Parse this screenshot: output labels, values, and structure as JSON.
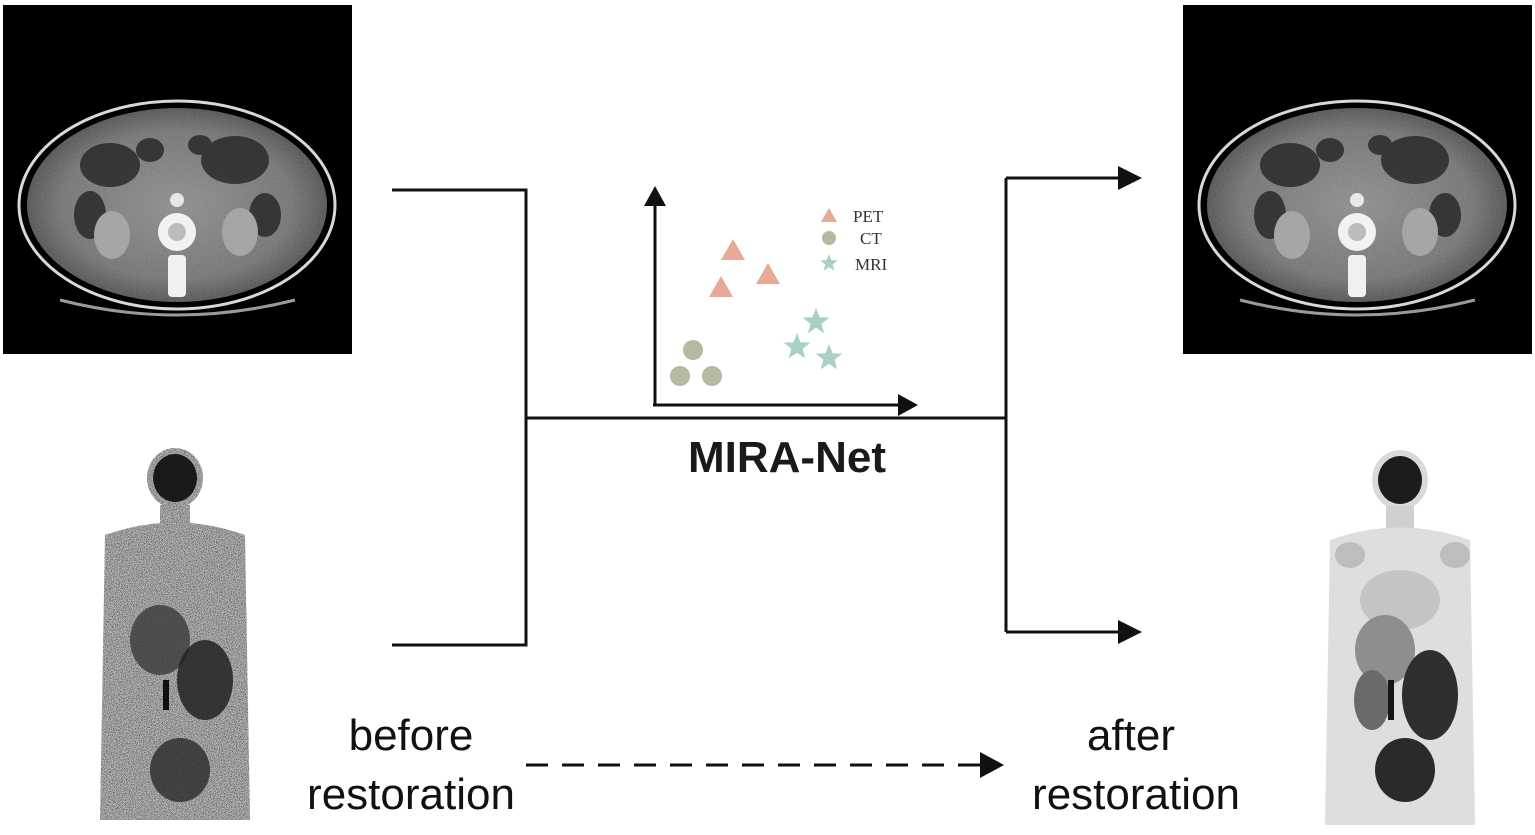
{
  "title": "MIRA-Net",
  "labels": {
    "before_line1": "before",
    "before_line2": "restoration",
    "after_line1": "after",
    "after_line2": "restoration"
  },
  "legend": [
    {
      "label": "PET",
      "shape": "triangle",
      "color": "#e8a996"
    },
    {
      "label": "CT",
      "shape": "circle",
      "color": "#b7b8a1"
    },
    {
      "label": "MRI",
      "shape": "star",
      "color": "#a9cfc9"
    }
  ],
  "colors": {
    "pet": "#e8a996",
    "ct": "#b7b8a1",
    "mri": "#a9cfc9",
    "line": "#111111"
  },
  "images": [
    {
      "name": "ct-slice-before",
      "kind": "axial CT scan"
    },
    {
      "name": "ct-slice-after",
      "kind": "axial CT scan"
    },
    {
      "name": "pet-body-before",
      "kind": "whole-body PET scan"
    },
    {
      "name": "pet-body-after",
      "kind": "whole-body PET scan"
    }
  ]
}
